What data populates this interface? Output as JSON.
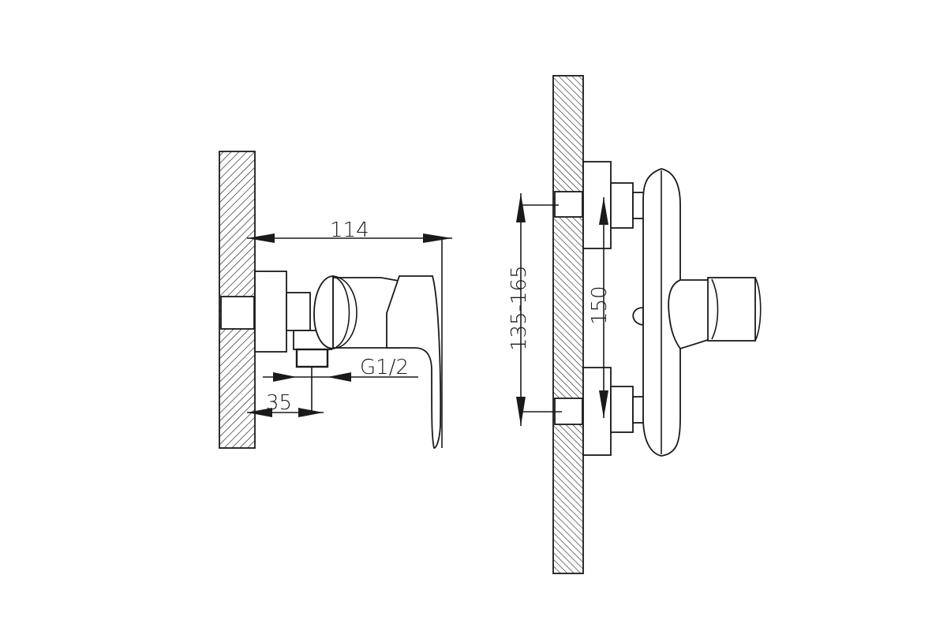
{
  "side_view": {
    "dim_total_depth": "114",
    "dim_wall_offset": "35",
    "thread_label": "G1/2"
  },
  "front_view": {
    "dim_inlet_range": "135-165",
    "dim_inlet_spacing": "150"
  },
  "colors": {
    "line": "#1a1a1a",
    "background": "#ffffff"
  }
}
